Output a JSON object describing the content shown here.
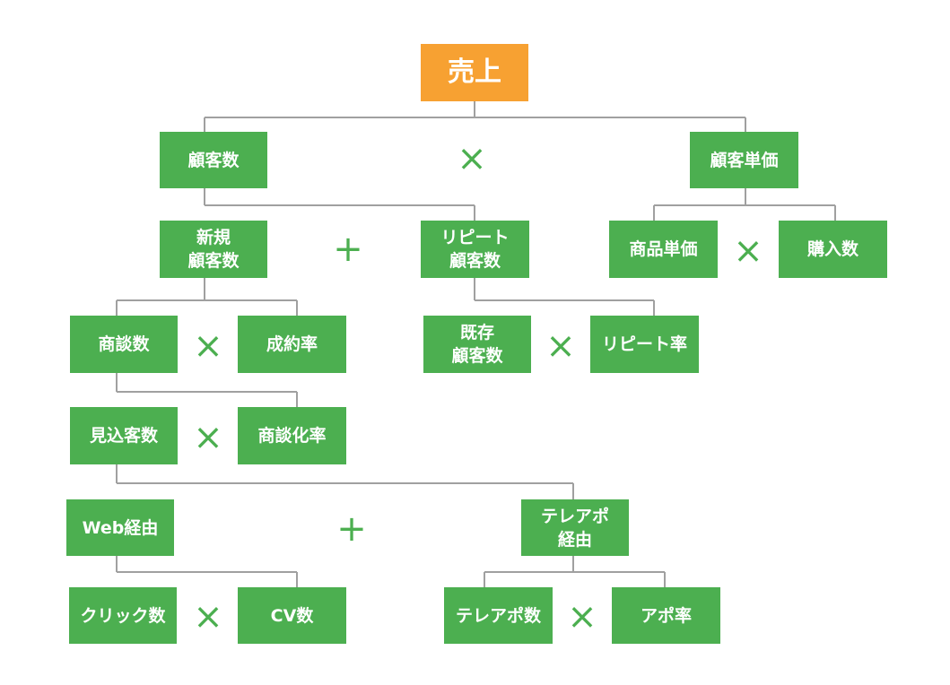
{
  "colors": {
    "root": "#f7a132",
    "node": "#4caf50",
    "line": "#a0a0a0",
    "operator": "#4caf50"
  },
  "nodes": {
    "sales": "売上",
    "customers": "顧客数",
    "unit_price": "顧客単価",
    "new_customers": "新規\n顧客数",
    "repeat_customers": "リピート\n顧客数",
    "product_price": "商品単価",
    "purchases": "購入数",
    "negotiations": "商談数",
    "close_rate": "成約率",
    "existing_customers": "既存\n顧客数",
    "repeat_rate": "リピート率",
    "prospects": "見込客数",
    "negotiation_rate": "商談化率",
    "via_web": "Web経由",
    "via_teleapo": "テレアポ\n経由",
    "clicks": "クリック数",
    "cv": "CV数",
    "teleapo_count": "テレアポ数",
    "appo_rate": "アポ率"
  },
  "operators": {
    "customers_x_price": "×",
    "new_plus_repeat": "+",
    "price_x_purchases": "×",
    "negotiations_x_close": "×",
    "existing_x_repeat": "×",
    "prospects_x_rate": "×",
    "web_plus_teleapo": "+",
    "clicks_x_cv": "×",
    "teleapo_x_appo": "×"
  }
}
